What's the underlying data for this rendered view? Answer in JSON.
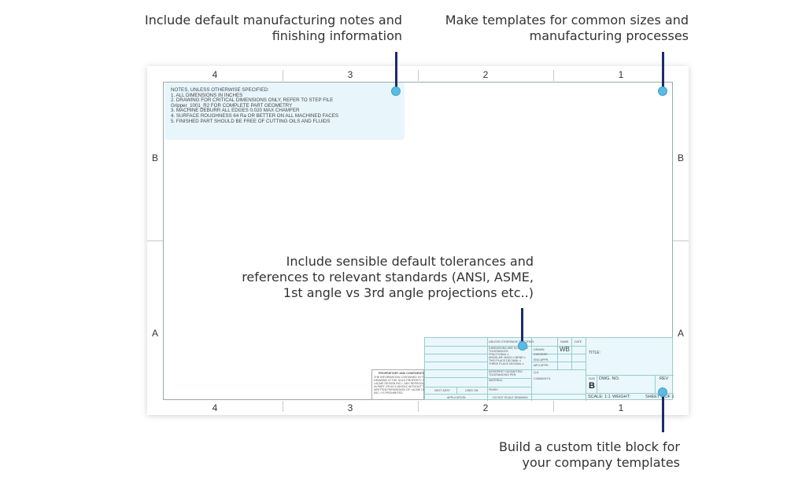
{
  "callouts": {
    "notes": [
      "Include default manufacturing notes and",
      "finishing information"
    ],
    "templates": [
      "Make templates for common sizes and",
      "manufacturing processes"
    ],
    "tolerances": [
      "Include sensible default tolerances and",
      "references to relevant standards (ANSI, ASME,",
      "1st angle vs 3rd angle projections etc..)"
    ],
    "title_block": [
      "Build a custom title block for",
      "your company templates"
    ]
  },
  "zones": {
    "columns": [
      "4",
      "3",
      "2",
      "1"
    ],
    "rows": [
      "B",
      "A"
    ]
  },
  "notes": {
    "header": "NOTES, UNLESS OTHERWISE SPECIFIED:",
    "lines": [
      "1.    ALL DIMENSIONS IN INCHES",
      "2.    DRAWING FOR CRITICAL DIMENSIONS ONLY, REFER TO STEP FILE",
      "       Gripper_1001_R2 FOR COMPLETE PART GEOMETRY",
      "3.    MACHINE DEBURR ALL EDGES 0.020 MAX CHAMFER",
      "4.    SURFACE ROUGHNESS 64 Ra OR BETTER ON ALL MACHINED FACES",
      "5.    FINISHED PART SHOULD BE FREE OF CUTTING OILS AND FLUIDS"
    ]
  },
  "title_block": {
    "unless_specified": "UNLESS OTHERWISE SPECIFIED:",
    "name_header": "NAME",
    "date_header": "DATE",
    "drawn_label": "DRAWN",
    "drawn_name": "WB",
    "checked_label": "CHECKED",
    "eng_appr_label": "ENG APPR.",
    "mfg_appr_label": "MFG APPR.",
    "qa_label": "Q.A.",
    "comments_label": "COMMENTS:",
    "title_label": "TITLE:",
    "size_label": "SIZE",
    "size_value": "B",
    "dwg_no_label": "DWG.  NO.",
    "rev_label": "REV",
    "scale": "SCALE: 1:1",
    "weight": "WEIGHT:",
    "sheet": "SHEET 1 OF 1",
    "tolerance_lines": [
      "DIMENSIONS ARE IN INCHES",
      "TOLERANCES:",
      "FRACTIONAL ±",
      "ANGULAR: MACH ±   BEND ±",
      "TWO PLACE DECIMAL   ±",
      "THREE PLACE DECIMAL  ±"
    ],
    "interpret": [
      "INTERPRET GEOMETRIC",
      "TOLERANCING PER:"
    ],
    "material": "MATERIAL",
    "finish": "FINISH",
    "next_assy": "NEXT ASSY",
    "used_on": "USED ON",
    "application": "APPLICATION",
    "do_not_scale": "DO NOT SCALE DRAWING",
    "proprietary_title": "PROPRIETARY AND CONFIDENTIAL",
    "proprietary_lines": [
      "THE INFORMATION CONTAINED IN THIS",
      "DRAWING IS THE SOLE PROPERTY OF",
      "<ACME DESIGN INC>. ANY REPRODUCTION",
      "IN PART OR AS A WHOLE WITHOUT THE",
      "WRITTEN PERMISSION OF <ACME DESIGN",
      "INC.> IS PROHIBITED."
    ]
  },
  "colors": {
    "accent_dot": "#5bbbe0",
    "connector": "#1e2a6e",
    "highlight_fill": "#e8f6fc"
  }
}
